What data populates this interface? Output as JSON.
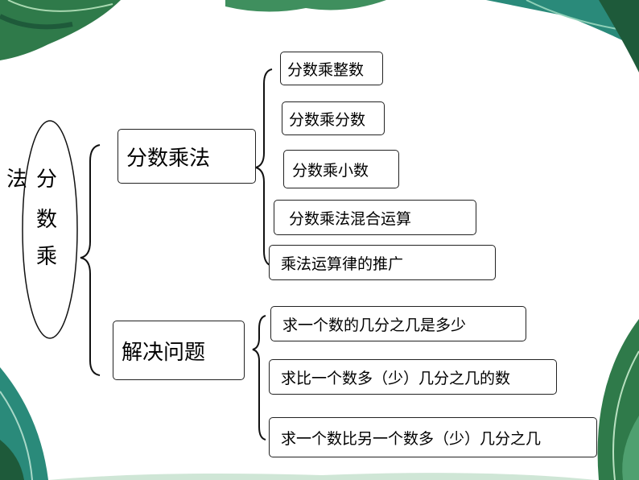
{
  "root": {
    "chars": [
      "法",
      "分",
      "数",
      "乘"
    ]
  },
  "branches": [
    {
      "label": "分数乘法",
      "children": [
        "分数乘整数",
        "分数乘分数",
        "分数乘小数",
        "分数乘法混合运算",
        "乘法运算律的推广"
      ]
    },
    {
      "label": "解决问题",
      "children": [
        "求一个数的几分之几是多少",
        "求比一个数多（少）几分之几的数",
        "求一个数比另一个数多（少）几分之几"
      ]
    }
  ],
  "colors": {
    "leaf_dark": "#1e5a3a",
    "leaf_light": "#4fa070",
    "leaf_teal": "#2a8a7a",
    "line": "#111111"
  }
}
